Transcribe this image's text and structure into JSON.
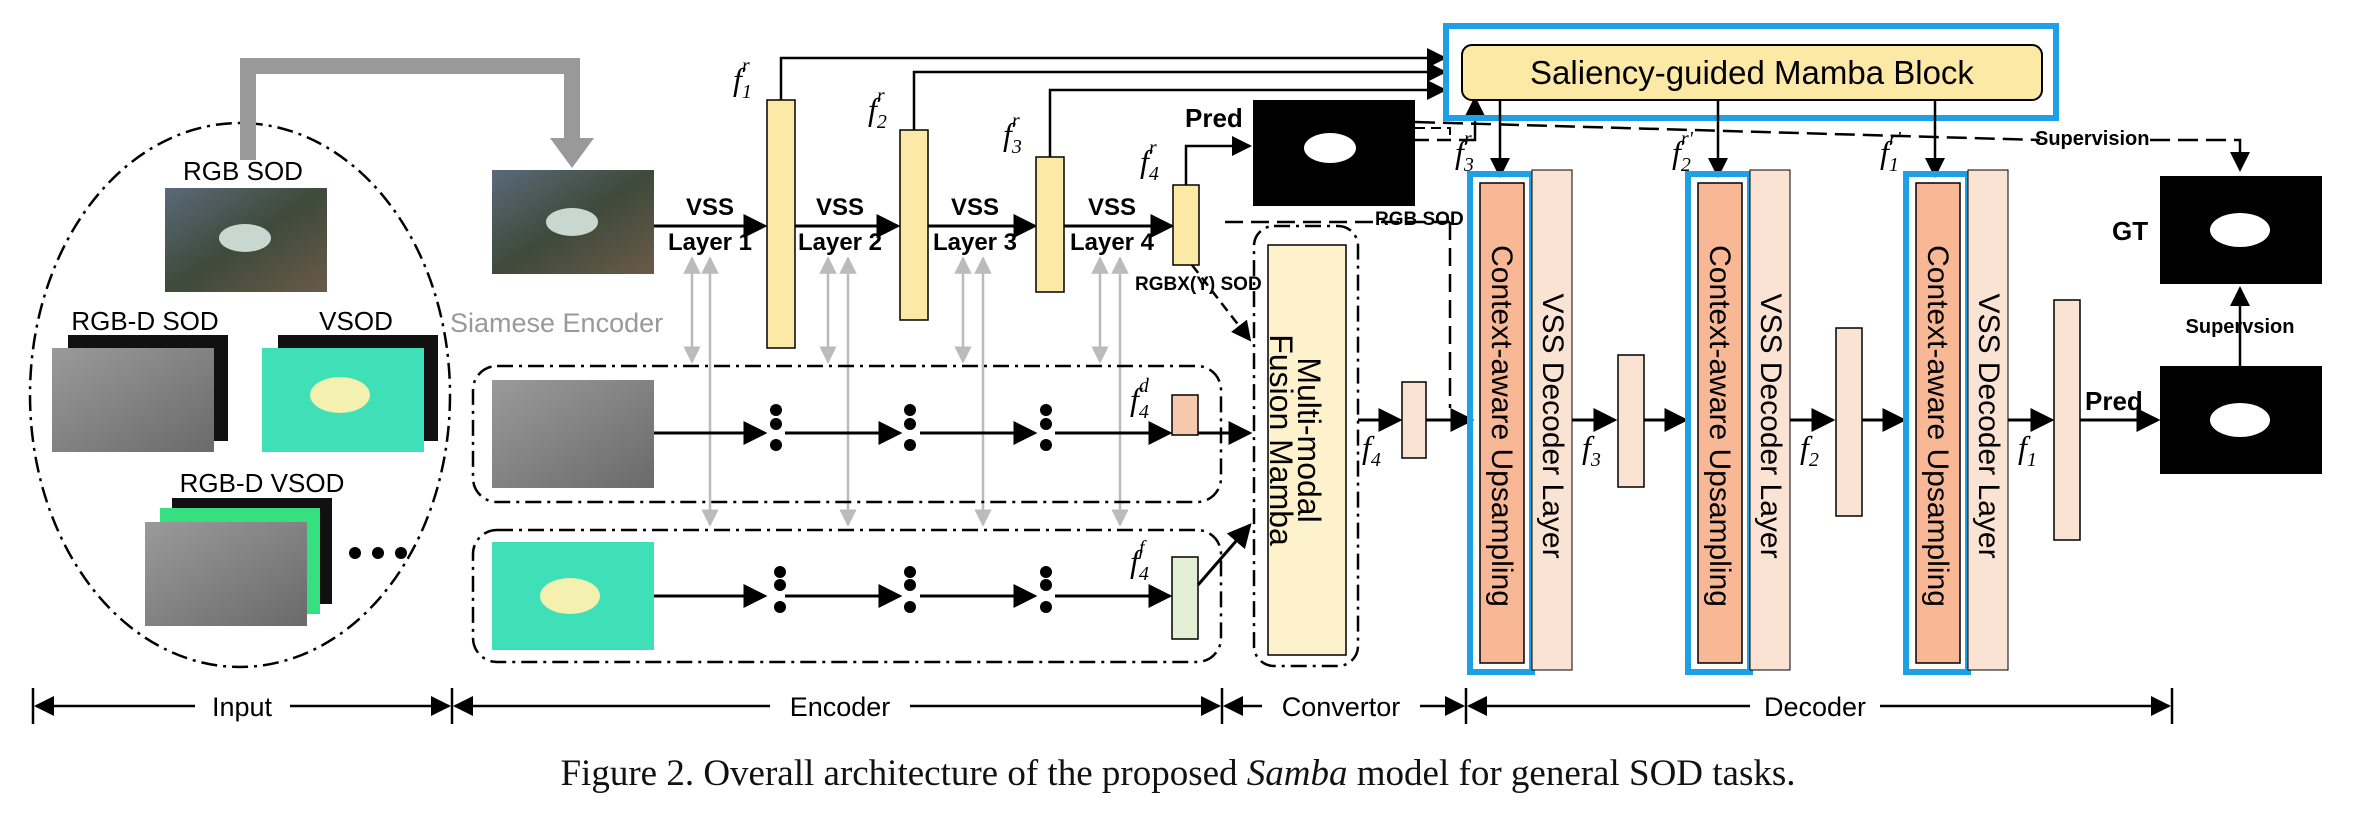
{
  "input": {
    "rgb_sod": "RGB SOD",
    "rgbd_sod": "RGB-D SOD",
    "vsod": "VSOD",
    "rgbd_vsod": "RGB-D VSOD"
  },
  "encoder": {
    "siamese_label": "Siamese Encoder",
    "vss": "VSS",
    "layers": [
      "Layer 1",
      "Layer 2",
      "Layer 3",
      "Layer 4"
    ],
    "features": [
      "f",
      "f",
      "f",
      "f"
    ],
    "feature_sub": [
      "1",
      "2",
      "3",
      "4"
    ],
    "feature_sup": "r",
    "f4d_sup": "d",
    "f4f_sup": "f"
  },
  "pred_label": "Pred",
  "rgb_sod_tag": "RGB SOD",
  "rgbx_tag": "RGBX(Y) SOD",
  "sgm_block": "Saliency-guided Mamba Block",
  "supervision": "Supervision",
  "supervision2": "Supervsion",
  "fusion": [
    "Multi-modal",
    "Fusion Mamba"
  ],
  "decoder": {
    "ctx": "Context-aware Upsampling",
    "vss_dec": "VSS Decoder Layer",
    "f_labels": [
      "f",
      "f",
      "f",
      "f"
    ],
    "f_subs": [
      "4",
      "3",
      "2",
      "1"
    ],
    "skip_sups": [
      "r'",
      "r'",
      "r'"
    ],
    "skip_subs": [
      "3",
      "2",
      "1"
    ]
  },
  "gt": "GT",
  "pred_out": "Pred",
  "sections": [
    "Input",
    "Encoder",
    "Convertor",
    "Decoder"
  ],
  "caption": {
    "prefix": "Figure 2. Overall architecture of the proposed ",
    "model": "Samba",
    "suffix": " model for general SOD tasks."
  },
  "colors": {
    "encoder_feature": "#fde9a6",
    "depth_feature": "#f6c8ad",
    "flow_feature": "#e4f0d6",
    "decoder_feature": "#fbe3d4",
    "ctx_upsampling": "#f8b795",
    "sgm_block": "#fde9a6",
    "highlight": "#1da0e6",
    "fusion": "#fdf2cc"
  }
}
